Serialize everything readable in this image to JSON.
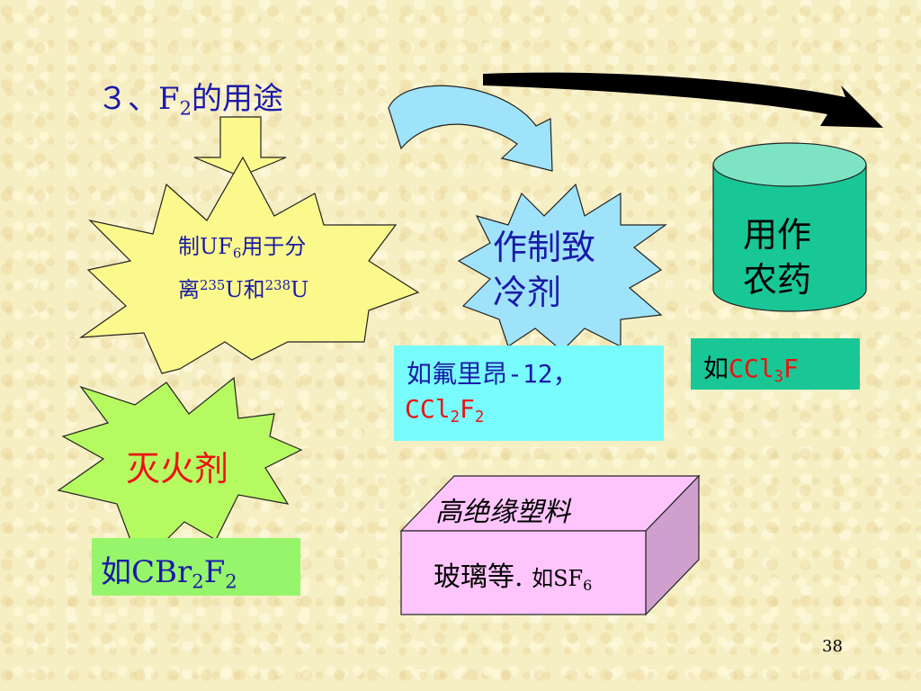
{
  "title": {
    "prefix": "３、F",
    "sub": "2",
    "suffix": "的用途"
  },
  "star_uf6": {
    "line1_pre": "制UF",
    "line1_sub": "6",
    "line1_post": "用于分",
    "line2_pre": "离",
    "sup1": "235",
    "mid": "U和",
    "sup2": "238",
    "line2_post": "U"
  },
  "star_refrigerant": {
    "line1": "作制致",
    "line2": "冷剂"
  },
  "freon_box": {
    "line1": "如氟里昂-12，",
    "l2_a": "CCl",
    "l2_sub1": "2",
    "l2_b": "F",
    "l2_sub2": "2"
  },
  "cylinder": {
    "line1": "用作",
    "line2": "农药"
  },
  "pesticide_box": {
    "prefix": "如",
    "a": "CCl",
    "sub": "3",
    "b": "F"
  },
  "star_fire": {
    "label": "灭火剂"
  },
  "fire_box": {
    "a": "如CBr",
    "sub1": "2",
    "b": "F",
    "sub2": "2"
  },
  "plastic_cube": {
    "top": "高绝缘塑料",
    "front_a": "玻璃等. ",
    "front_b": "如SF",
    "front_sub": "6"
  },
  "page_number": "38",
  "colors": {
    "title": "#1a1aa8",
    "red": "#ee1111",
    "blue_text": "#1a1aa8",
    "star_yellow": "#fbf98c",
    "star_blue": "#9fe3fb",
    "star_green": "#b6fa62",
    "cyan_box": "#77fbfd",
    "green_box": "#19c796",
    "lime_box": "#96f56b",
    "pink": "#fec5fd"
  }
}
